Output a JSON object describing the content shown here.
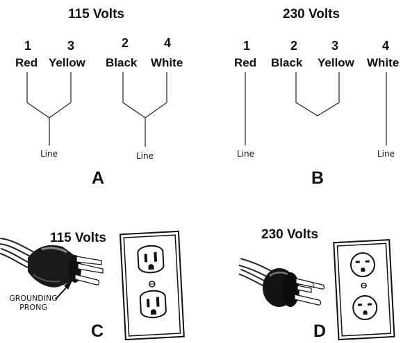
{
  "panel_a": {
    "title": "115 Volts",
    "wires": [
      {
        "number": "1",
        "color": "Red"
      },
      {
        "number": "3",
        "color": "Yellow"
      },
      {
        "number": "2",
        "color": "Black"
      },
      {
        "number": "4",
        "color": "White"
      }
    ],
    "line_label_left": "Line",
    "line_label_right": "Line",
    "letter": "A"
  },
  "panel_b": {
    "title": "230 Volts",
    "wires": [
      {
        "number": "1",
        "color": "Red"
      },
      {
        "number": "2",
        "color": "Black"
      },
      {
        "number": "3",
        "color": "Yellow"
      },
      {
        "number": "4",
        "color": "White"
      }
    ],
    "line_label_left": "Line",
    "line_label_right": "Line",
    "letter": "B"
  },
  "panel_c": {
    "title": "115 Volts",
    "grounding_line1": "GROUNDING",
    "grounding_line2": "PRONG",
    "letter": "C"
  },
  "panel_d": {
    "title": "230 Volts",
    "letter": "D"
  }
}
